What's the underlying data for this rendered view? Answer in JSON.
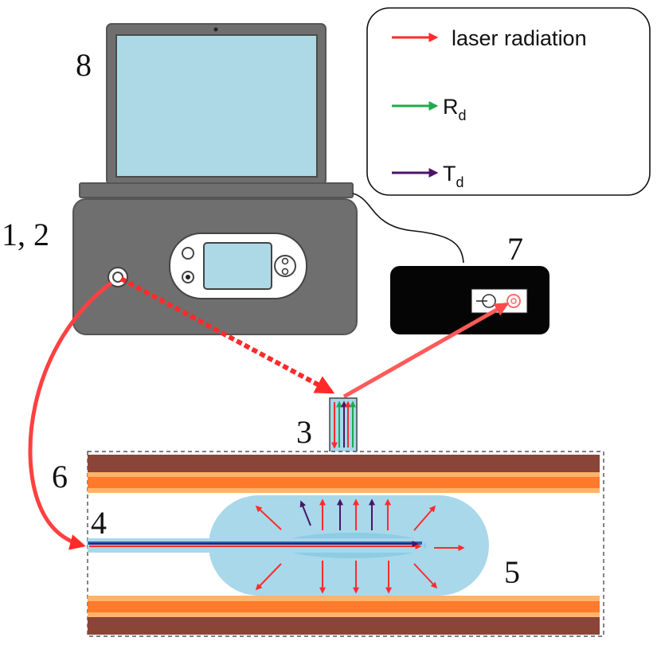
{
  "legend": {
    "items": [
      {
        "key": "laser",
        "label": "laser radiation",
        "sub": "",
        "color": "#ff2a2a"
      },
      {
        "key": "rd",
        "label": "R",
        "sub": "d",
        "color": "#1faa4e"
      },
      {
        "key": "td",
        "label": "T",
        "sub": "d",
        "color": "#4b1466"
      }
    ]
  },
  "labels": {
    "n8": "8",
    "n12": "1, 2",
    "n7": "7",
    "n3": "3",
    "n6": "6",
    "n4": "4",
    "n5": "5"
  },
  "colors": {
    "laser": "#ff2a2a",
    "rd": "#1faa4e",
    "td": "#4b1466",
    "device_gray": "#6f6f6f",
    "screen_blue": "#add8e6",
    "tissue_brown": "#8b4438",
    "tissue_orange": "#ff7a2a",
    "glow_blue": "#a8d8ea",
    "detector_black": "#050505"
  }
}
